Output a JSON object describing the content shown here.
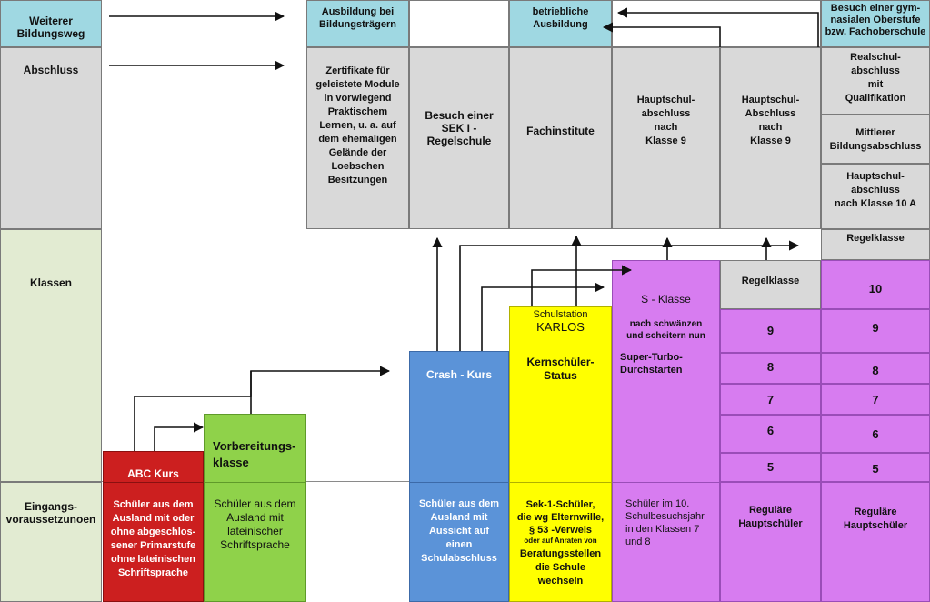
{
  "rows": {
    "weiterer": "Weiterer\nBildungsweg",
    "abschluss": "Abschluss",
    "klassen": "Klassen",
    "eingang": "Eingangs-\nvoraussetzunoen"
  },
  "top_headers": {
    "ausbildung_traeger": "Ausbildung bei\nBildungsträgern",
    "betriebliche": "betriebliche\nAusbildung",
    "gymnasial": "Besuch einer gym-\nnasialen Oberstufe\nbzw. Fachoberschule"
  },
  "abschluss_cells": {
    "zertifikate": "Zertifikate für\ngeleistete Module\nin vorwiegend\nPraktischem\nLernen, u. a. auf\ndem ehemaligen\nGelände der\nLoebschen\nBesitzungen",
    "sek1": "Besuch einer\nSEK I -\nRegelschule",
    "fachinstitute": "Fachinstitute",
    "hs9a": "Hauptschul-\nabschluss\nnach\nKlasse 9",
    "hs9b": "Hauptschul-\nAbschluss\nnach\nKlasse 9",
    "realschul": "Realschul-\nabschluss\nmit\nQualifikation",
    "mittlerer": "Mittlerer\nBildungsabschluss",
    "hs10a": "Hauptschul-\nabschluss\nnach Klasse 10 A",
    "regelklasse_right": "Regelklasse"
  },
  "programs": {
    "abc": "ABC Kurs",
    "vorbereitung": "Vorbereitungs-\nklasse",
    "crash": "Crash - Kurs",
    "schulstation_a": "Schulstation",
    "schulstation_b": "KARLOS",
    "kernschueler": "Kernschüler-\nStatus",
    "s_klasse": "S - Klasse",
    "schwanzen": "nach schwänzen\nund scheitern nun",
    "turbo": "Super-Turbo-\nDurchstarten",
    "regelklasse_mid": "Regelklasse"
  },
  "grades_mid": [
    "9",
    "8",
    "7",
    "6",
    "5"
  ],
  "grades_right": [
    "10",
    "9",
    "8",
    "7",
    "6",
    "5"
  ],
  "eingang_cells": {
    "abc": "Schüler aus dem\nAusland mit oder\nohne abgeschlos-\nsener Primarstufe\nohne lateinischen\nSchriftsprache",
    "vorbereitung": "Schüler aus dem\nAusland mit\nlateinischer\nSchriftsprache",
    "crash": "Schüler aus dem\nAusland mit\nAussicht auf\neinen\nSchulabschluss",
    "karlos_a": "Sek-1-Schüler,\ndie wg Elternwille,\n§ 53 -Verweis",
    "karlos_b": "oder auf Anraten von",
    "karlos_c": "Beratungsstellen\ndie Schule\nwechseln",
    "sklasse": "Schüler im 10.\nSchulbesuchsjahr\nin den Klassen 7\nund 8",
    "regulaer_mid": "Reguläre\nHauptschüler",
    "regulaer_right": "Reguläre\nHauptschüler"
  },
  "colors": {
    "gray": "#d9d9d9",
    "light_green": "#e2ebd2",
    "cyan": "#9fd8e2",
    "red": "#cc1f1f",
    "green": "#8fd24a",
    "blue": "#5b93d8",
    "yellow": "#ffff00",
    "violet": "#d77cf0"
  }
}
